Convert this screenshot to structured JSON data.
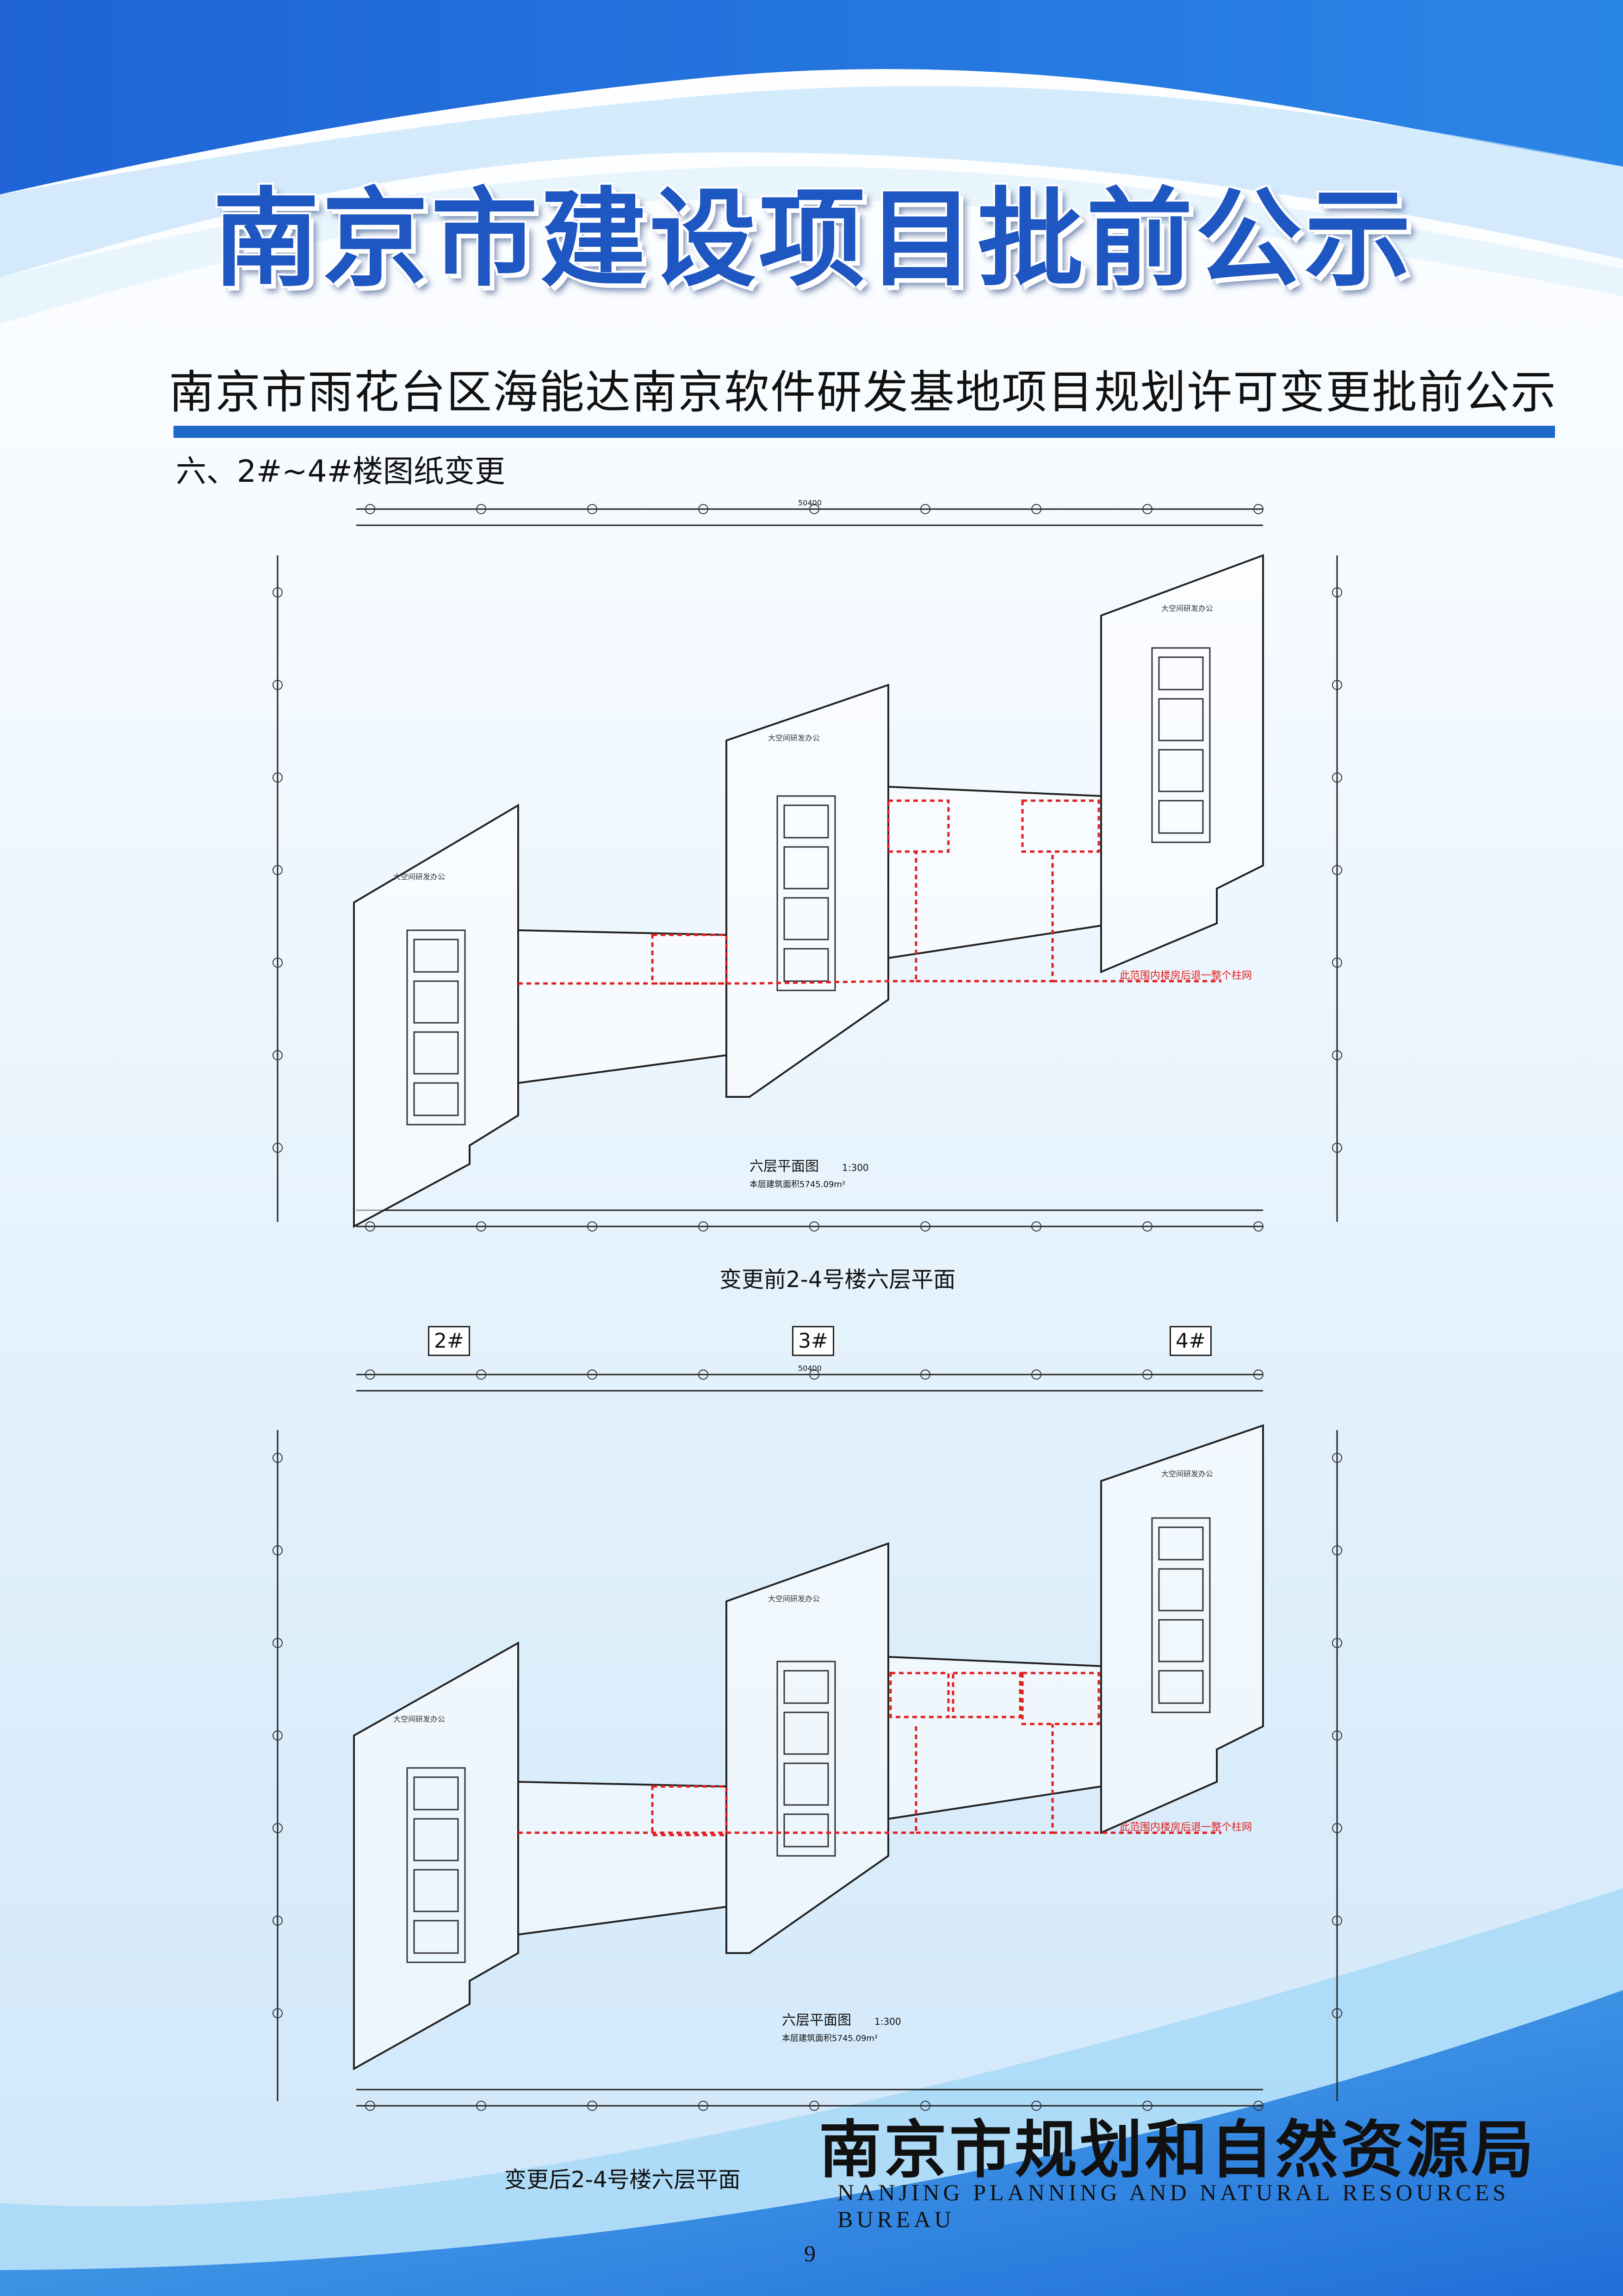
{
  "header": {
    "title": "南京市建设项目批前公示",
    "subtitle": "南京市雨花台区海能达南京软件研发基地项目规划许可变更批前公示",
    "section": "六、2#~4#楼图纸变更"
  },
  "plans": {
    "before": {
      "drawing_title": "六层平面图",
      "scale": "1:300",
      "area_note": "本层建筑面积5745.09m²",
      "total_dim": "50400",
      "red_note": "此范围内楼房后退一整个柱网",
      "caption": "变更前2-4号楼六层平面"
    },
    "after": {
      "drawing_title": "六层平面图",
      "scale": "1:300",
      "area_note": "本层建筑面积5745.09m²",
      "total_dim": "50400",
      "red_note": "此范围内楼房后退一整个柱网",
      "caption": "变更后2-4号楼六层平面"
    },
    "building_tags": [
      "2#",
      "3#",
      "4#"
    ],
    "room_label": "大空间研发办公"
  },
  "footer": {
    "bureau_cn": "南京市规划和自然资源局",
    "bureau_en": "NANJING PLANNING AND NATURAL RESOURCES BUREAU",
    "page_number": "9"
  },
  "colors": {
    "accent_blue": "#1d68c4",
    "title_blue": "#1e56c2",
    "markup_red": "#e02020"
  }
}
